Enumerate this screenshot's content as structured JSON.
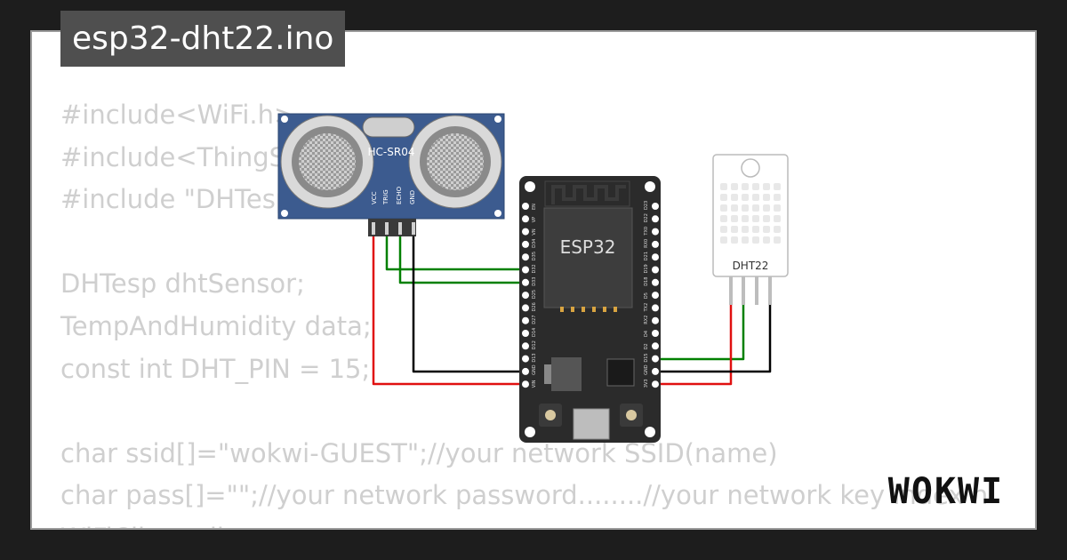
{
  "title": "esp32-dht22.ino",
  "code_lines": [
    "#include<WiFi.h>",
    "#include<ThingSpeak.h>",
    "#include \"DHTesp.h\"",
    "",
    "DHTesp dhtSensor;",
    "TempAndHumidity data;",
    "const int DHT_PIN = 15;",
    "",
    "char ssid[]=\"wokwi-GUEST\";//your network SSID(name)",
    "char pass[]=\"\";//your network password........//your network key index n",
    "WiFiClient client;"
  ],
  "components": {
    "ultrasonic": {
      "label": "HC-SR04",
      "pins": [
        "VCC",
        "TRIG",
        "ECHO",
        "GND"
      ]
    },
    "esp32": {
      "label": "ESP32",
      "left_pins": [
        "EN",
        "VP",
        "VN",
        "D34",
        "D35",
        "D32",
        "D33",
        "D25",
        "D26",
        "D27",
        "D14",
        "D12",
        "D13",
        "GND",
        "VIN"
      ],
      "right_pins": [
        "D23",
        "D22",
        "TX0",
        "RX0",
        "D21",
        "D19",
        "D18",
        "D5",
        "TX2",
        "RX2",
        "D4",
        "D2",
        "D15",
        "GND",
        "3V3"
      ]
    },
    "dht22": {
      "label": "DHT22"
    }
  },
  "wire_colors": {
    "power": "#e01010",
    "ground": "#000000",
    "signal": "#008000"
  },
  "logo_text": "WOKWI"
}
